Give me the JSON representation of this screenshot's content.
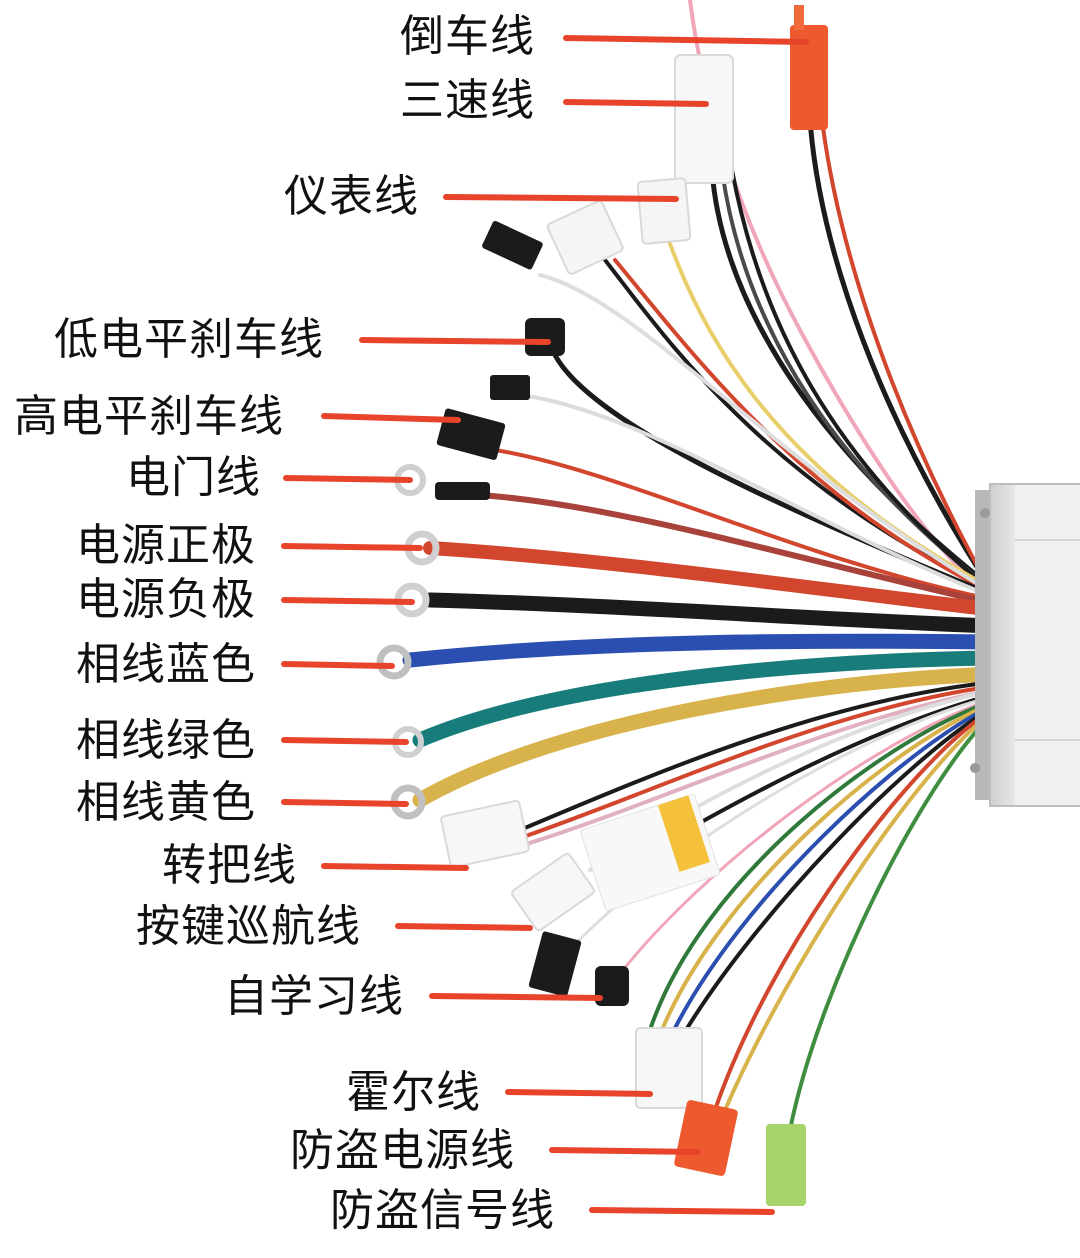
{
  "labels": [
    {
      "id": "reverse",
      "text": "倒车线"
    },
    {
      "id": "three_speed",
      "text": "三速线"
    },
    {
      "id": "meter",
      "text": "仪表线"
    },
    {
      "id": "low_brake",
      "text": "低电平刹车线"
    },
    {
      "id": "high_brake",
      "text": "高电平刹车线"
    },
    {
      "id": "ignition",
      "text": "电门线"
    },
    {
      "id": "power_pos",
      "text": "电源正极"
    },
    {
      "id": "power_neg",
      "text": "电源负极"
    },
    {
      "id": "phase_blue",
      "text": "相线蓝色"
    },
    {
      "id": "phase_green",
      "text": "相线绿色"
    },
    {
      "id": "phase_yellow",
      "text": "相线黄色"
    },
    {
      "id": "throttle",
      "text": "转把线"
    },
    {
      "id": "cruise",
      "text": "按键巡航线"
    },
    {
      "id": "self_learn",
      "text": "自学习线"
    },
    {
      "id": "hall",
      "text": "霍尔线"
    },
    {
      "id": "alarm_power",
      "text": "防盗电源线"
    },
    {
      "id": "alarm_signal",
      "text": "防盗信号线"
    }
  ],
  "colors": {
    "leader": "#e8442c",
    "wire_red": "#d2462e",
    "wire_black": "#1b1b1b",
    "wire_blue": "#2b4fb0",
    "wire_green": "#187d7a",
    "wire_yellow": "#d8b24a",
    "wire_white": "#e6e6e6",
    "controller_body": "#e4e4e4"
  }
}
